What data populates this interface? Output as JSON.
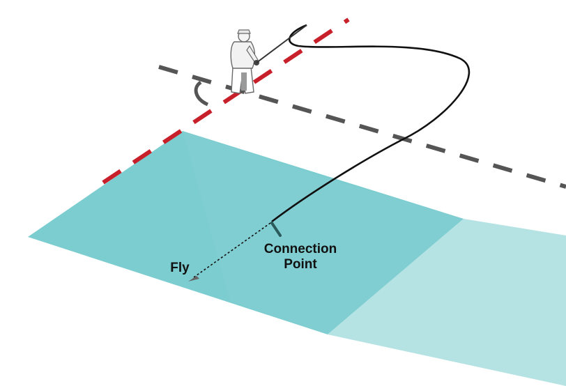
{
  "labels": {
    "connection_line1": "Connection",
    "connection_line2": "Point",
    "fly": "Fly"
  },
  "colors": {
    "water_deep": "#7ccdd0",
    "water_near": "#8fd4d6",
    "water_shallow": "#b5e3e4",
    "red_line": "#c8202a",
    "gray_line": "#555555",
    "fly_line": "#111111",
    "angler_outline": "#6a6a6a"
  }
}
